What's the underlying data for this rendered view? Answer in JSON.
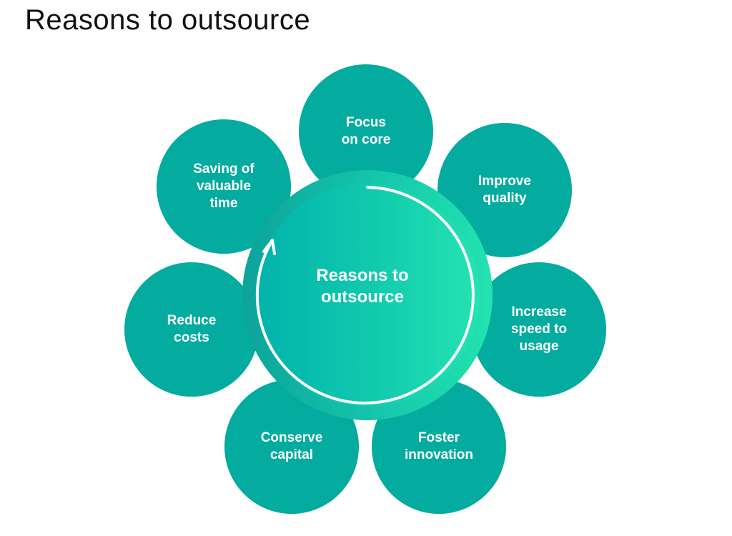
{
  "title": "Reasons to outsource",
  "center": {
    "label": "Reasons to\noutsource"
  },
  "reasons": [
    {
      "id": "focus-on-core",
      "label": "Focus\non core"
    },
    {
      "id": "improve-quality",
      "label": "Improve\nquality"
    },
    {
      "id": "increase-speed",
      "label": "Increase\nspeed to\nusage"
    },
    {
      "id": "foster-innovation",
      "label": "Foster\ninnovation"
    },
    {
      "id": "conserve-capital",
      "label": "Conserve\ncapital"
    },
    {
      "id": "reduce-costs",
      "label": "Reduce\ncosts"
    },
    {
      "id": "saving-time",
      "label": "Saving of\nvaluable\ntime"
    }
  ],
  "colors": {
    "petal": "#04ab9f",
    "hub_start": "#00b2ab",
    "hub_end": "#24e3b2",
    "text": "#ffffff",
    "title": "#111111"
  }
}
